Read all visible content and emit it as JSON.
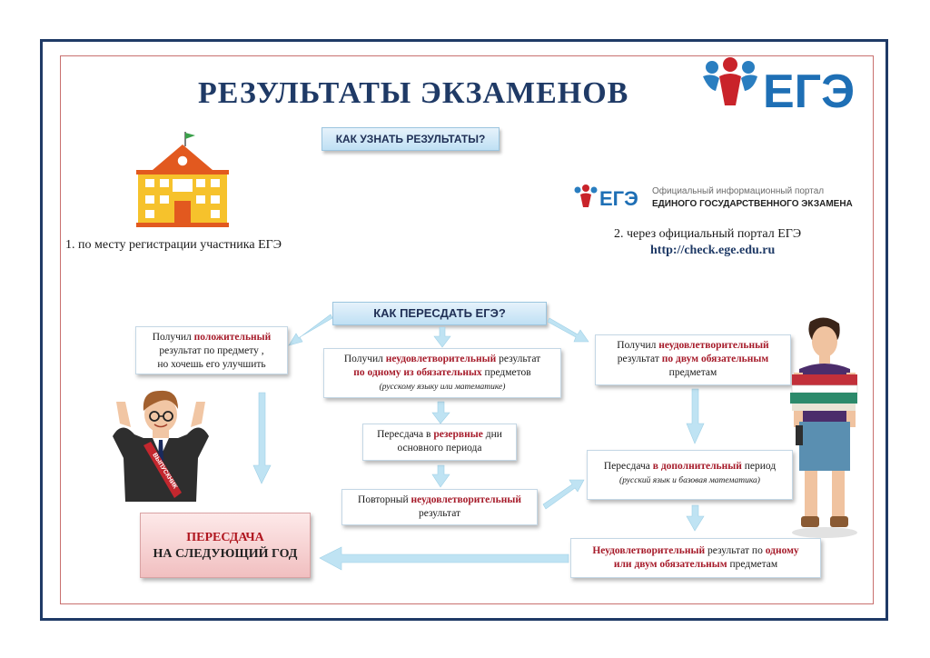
{
  "title": "РЕЗУЛЬТАТЫ ЭКЗАМЕНОВ",
  "logo": {
    "text": "ЕГЭ"
  },
  "how_to_find": {
    "header": "КАК УЗНАТЬ РЕЗУЛЬТАТЫ?",
    "option1": "1. по месту регистрации участника ЕГЭ",
    "portal_logo_text": "ЕГЭ",
    "portal_line1": "Официальный информационный портал",
    "portal_line2": "ЕДИНОГО ГОСУДАРСТВЕННОГО ЭКЗАМЕНА",
    "option2": "2. через официальный портал ЕГЭ",
    "url": "http://check.ege.edu.ru"
  },
  "how_to_retake": {
    "header": "КАК ПЕРЕСДАТЬ ЕГЭ?",
    "positive": {
      "a": "Получил ",
      "b": "положительный",
      "c": "результат по предмету ,",
      "d": "но хочешь его улучшить"
    },
    "one_subject": {
      "a": "Получил ",
      "b": "неудовлетворительный",
      "c": " результат",
      "d": "по одному из обязательных",
      "e": " предметов",
      "f": "(русскому языку или математике)"
    },
    "two_subjects": {
      "a": "Получил ",
      "b": "неудовлетворительный",
      "c": "результат ",
      "d": "по двум обязательным",
      "e": "предметам"
    },
    "reserve": {
      "a": "Пересдача в ",
      "b": "резервные",
      "c": " дни",
      "d": "основного периода"
    },
    "repeat": {
      "a": "Повторный ",
      "b": "неудовлетворительный",
      "c": "результат"
    },
    "extra": {
      "a": "Пересдача ",
      "b": "в дополнительный",
      "c": "  период",
      "d": "(русский язык и базовая математика)"
    },
    "fail": {
      "a": "Неудовлетворительный",
      "b": " результат по ",
      "c": "одному",
      "d": "или двум обязательным",
      "e": " предметам"
    },
    "next_year": {
      "l1": "ПЕРЕСДАЧА",
      "l2": "НА СЛЕДУЮЩИЙ ГОД"
    }
  },
  "graduate_sash": "ВЫПУСКНИК",
  "colors": {
    "navy": "#1f3a66",
    "accent_red": "#a61b2a",
    "arrow_blue": "#bfe3f3",
    "frame_red": "#c9706f"
  }
}
